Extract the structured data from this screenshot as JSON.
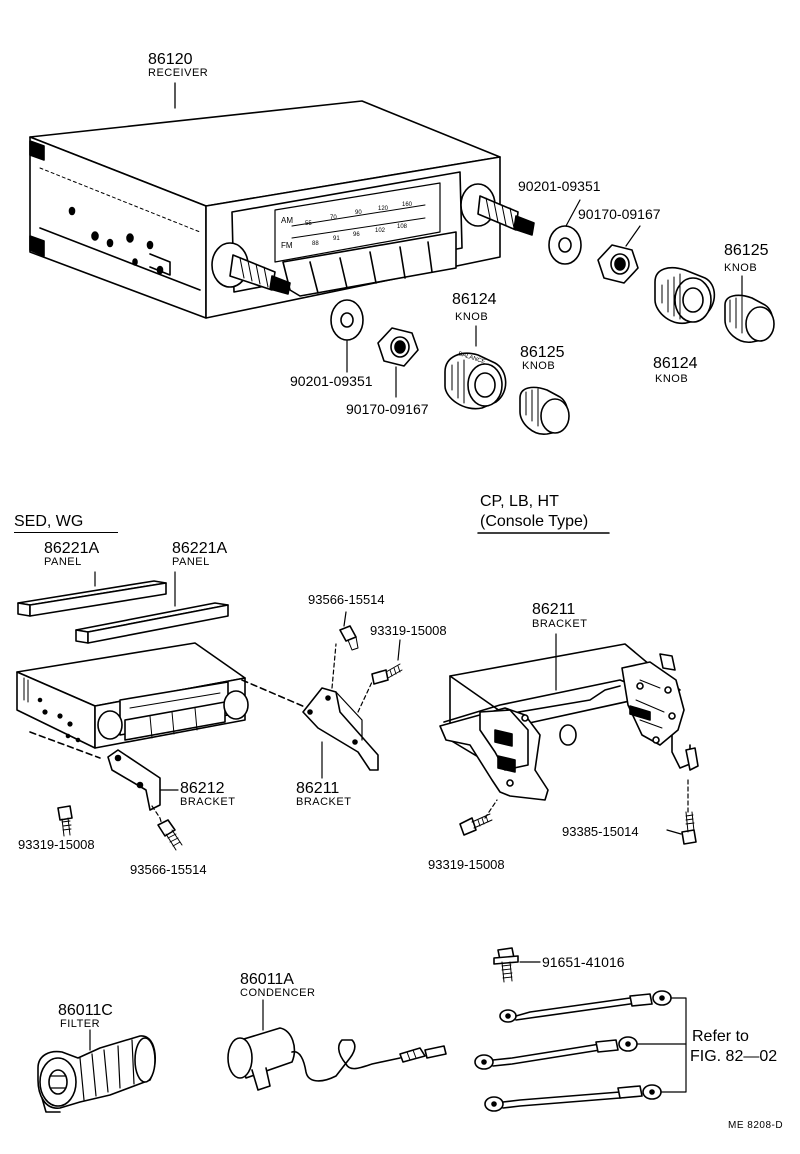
{
  "labels": {
    "p86120": "86120",
    "receiver": "RECEIVER",
    "p90201a": "90201-09351",
    "p90170a": "90170-09167",
    "p86125a": "86125",
    "knob_a": "KNOB",
    "p86124a": "86124",
    "knob_b": "KNOB",
    "p90201b": "90201-09351",
    "p90170b": "90170-09167",
    "p86124b": "86124",
    "knob_c": "KNOB",
    "p86125b": "86125",
    "knob_d": "KNOB",
    "sed_wg": "SED, WG",
    "cp_lb_ht": "CP, LB, HT",
    "console_type": "(Console Type)",
    "p86221a_1": "86221A",
    "panel_1": "PANEL",
    "p86221a_2": "86221A",
    "panel_2": "PANEL",
    "p93566a": "93566-15514",
    "p93319a": "93319-15008",
    "p86212": "86212",
    "bracket_1": "BRACKET",
    "p86211a": "86211",
    "bracket_2": "BRACKET",
    "p93319b": "93319-15008",
    "p93566b": "93566-15514",
    "p86211b": "86211",
    "bracket_3": "BRACKET",
    "p93385": "93385-15014",
    "p93319c": "93319-15008",
    "p91651": "91651-41016",
    "p86011a": "86011A",
    "condencer": "CONDENCER",
    "p86011c": "86011C",
    "filter": "FILTER",
    "refer_to": "Refer to",
    "fig": "FIG. 82—02",
    "code": "ME  8208-D"
  },
  "dial": {
    "am": "AM",
    "fm": "FM",
    "am_scale": [
      "55",
      "70",
      "90",
      "120",
      "160"
    ],
    "fm_scale": [
      "88",
      "91",
      "96",
      "102",
      "108"
    ],
    "balance": "BALANCE"
  }
}
